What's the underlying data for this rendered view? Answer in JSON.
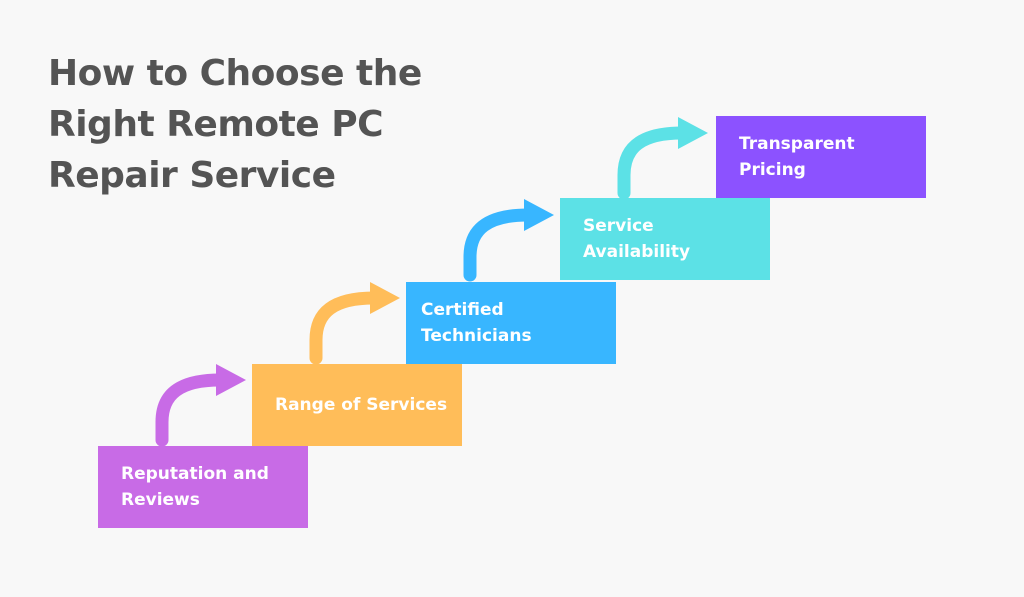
{
  "title": {
    "line1": "How to Choose the",
    "line2": "Right Remote PC",
    "line3": "Repair Service"
  },
  "steps": [
    {
      "label": "Reputation and Reviews",
      "color": "#c86be6"
    },
    {
      "label": "Range of Services",
      "color": "#ffbd59"
    },
    {
      "label": "Certified Technicians",
      "color": "#38b6ff"
    },
    {
      "label": "Service Availability",
      "color": "#5ce1e6"
    },
    {
      "label": "Transparent Pricing",
      "color": "#8c52ff"
    }
  ],
  "colors": {
    "background": "#f8f8f8",
    "title_text": "#545454",
    "step_text": "#ffffff"
  }
}
